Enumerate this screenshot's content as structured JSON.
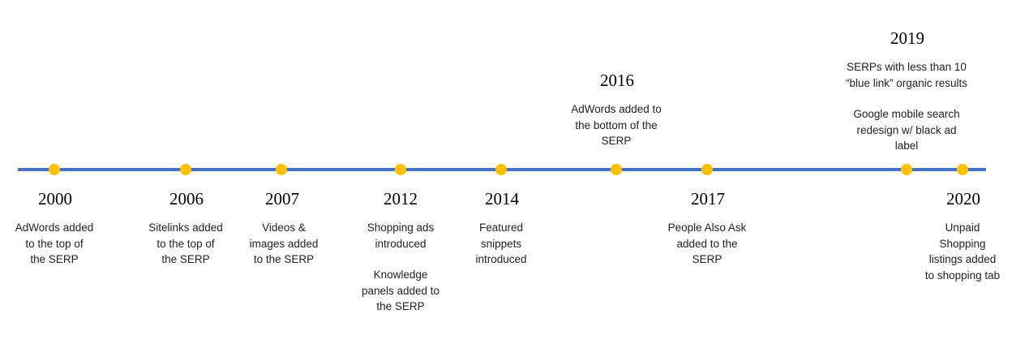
{
  "colors": {
    "line": "#4472c4",
    "dot": "#ffc000"
  },
  "events": [
    {
      "year": "2000",
      "text": [
        "AdWords added\nto the top of\nthe SERP"
      ],
      "position": "below"
    },
    {
      "year": "2006",
      "text": [
        "Sitelinks added\nto the top of\nthe SERP"
      ],
      "position": "below"
    },
    {
      "year": "2007",
      "text": [
        "Videos &\nimages added\nto the SERP"
      ],
      "position": "below"
    },
    {
      "year": "2012",
      "text": [
        "Shopping ads\nintroduced",
        "Knowledge\npanels added to\nthe SERP"
      ],
      "position": "below"
    },
    {
      "year": "2014",
      "text": [
        "Featured\nsnippets\nintroduced"
      ],
      "position": "below"
    },
    {
      "year": "2016",
      "text": [
        "AdWords added to\nthe bottom of the\nSERP"
      ],
      "position": "above"
    },
    {
      "year": "2017",
      "text": [
        "People Also Ask\nadded to the\nSERP"
      ],
      "position": "below"
    },
    {
      "year": "2019",
      "text": [
        "SERPs with less than 10\n“blue link” organic results",
        "Google mobile search\nredesign w/ black ad\nlabel"
      ],
      "position": "above"
    },
    {
      "year": "2020",
      "text": [
        "Unpaid\nShopping\nlistings added\nto shopping tab"
      ],
      "position": "below"
    }
  ]
}
